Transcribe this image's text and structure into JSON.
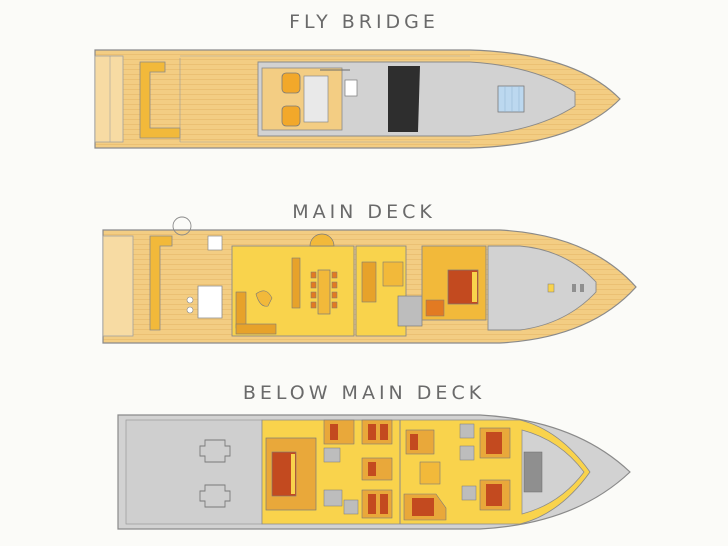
{
  "titles": {
    "fly_bridge": "FLY BRIDGE",
    "main_deck": "MAIN DECK",
    "below_main_deck": "BELOW MAIN DECK"
  },
  "colors": {
    "teak": "#f3cd83",
    "teak_light": "#f7dba3",
    "interior": "#f9d34c",
    "grey": "#cfcfcf",
    "dark_grey": "#8f8f8f",
    "cabin": "#e9a83a",
    "bed_red": "#c34a1f",
    "outline": "#8a8a8a",
    "window_dark": "#2b2b2b",
    "window_blue": "#bcd8ef"
  }
}
